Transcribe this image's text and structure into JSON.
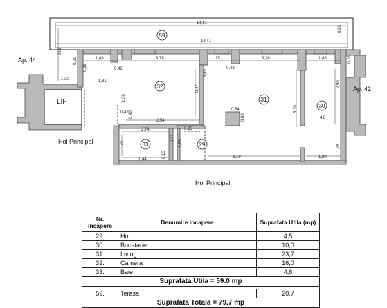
{
  "plan": {
    "labels": {
      "lift": "LIFT",
      "hol_principal_left": "Hol Principal",
      "hol_principal_bottom": "Hol Principal",
      "ap_left": "Ap. 44",
      "ap_right": "Ap. 42"
    },
    "room_numbers": [
      "59",
      "32",
      "31",
      "30",
      "33",
      "29"
    ],
    "dimensions": [
      "14,61",
      "13,41",
      "0,28",
      "0,28",
      "1,88",
      "3,78",
      "1,25",
      "3,26",
      "1,88",
      "0,42",
      "0,43",
      "0,39",
      "0,20",
      "1,20",
      "1,81",
      "5,89",
      "2,90",
      "1,36",
      "0,47",
      "0,64",
      "0,83",
      "5,30",
      "4,8",
      "0,42",
      "2,54",
      "0,40",
      "2,74",
      "0,25",
      "1,79",
      "0,44",
      "1,78",
      "6,19",
      "1,44",
      "0,15",
      "1,80",
      "1,78",
      "2,98"
    ]
  },
  "table": {
    "headers": {
      "nr": "Nr. incapere",
      "denumire": "Denumire incapere",
      "suprafata": "Suprafata Utila (mp)"
    },
    "rows": [
      {
        "nr": "29.",
        "name": "Hol",
        "area": "4,5"
      },
      {
        "nr": "30.",
        "name": "Bucatarie",
        "area": "10,0"
      },
      {
        "nr": "31.",
        "name": "Living",
        "area": "23,7"
      },
      {
        "nr": "32.",
        "name": "Camera",
        "area": "16,0"
      },
      {
        "nr": "33.",
        "name": "Baie",
        "area": "4,8"
      }
    ],
    "suprafata_utila": "Suprafata Utila = 59.0 mp",
    "terasa": {
      "nr": "59.",
      "name": "Terasa",
      "area": "20.7"
    },
    "suprafata_totala": "Suprafata Totala = 79,7 mp"
  }
}
